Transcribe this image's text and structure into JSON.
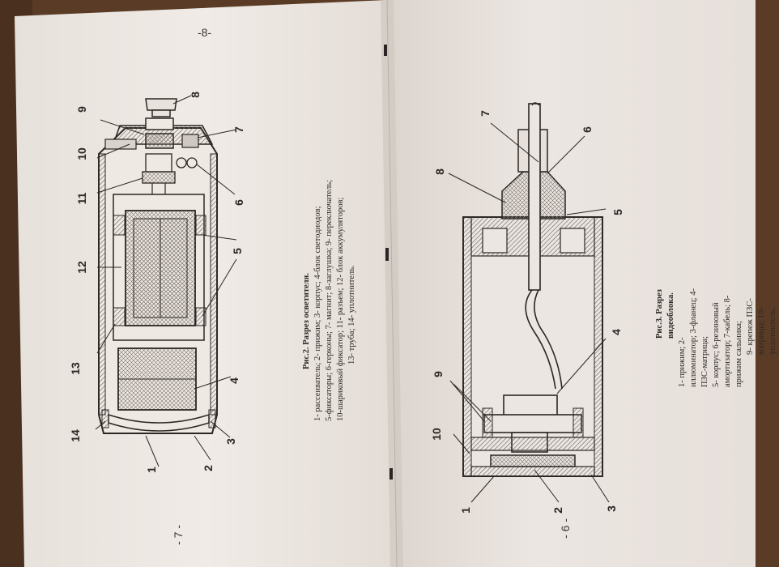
{
  "left_page": {
    "page_number_top": "-8-",
    "page_number_bottom": "- 7 -",
    "figure_caption": {
      "title": "Рис.2. Разрез осветителя.",
      "lines": [
        "1-  рассеиватель; 2- прижим; 3- корпус; 4-блок светодиодов;",
        "5-фиксаторы; 6-герконы; 7- магнит; 8-заглушка; 9- переключатель;",
        "10-шариковый фиксатор; 11- разъем; 12- блок аккумуляторов;",
        "13- труба; 14- уплотнитель."
      ]
    },
    "callouts": [
      "1",
      "2",
      "3",
      "4",
      "5",
      "6",
      "7",
      "8",
      "9",
      "10",
      "11",
      "12",
      "13",
      "14"
    ]
  },
  "right_page": {
    "page_number_bottom": "- 6 -",
    "figure_caption": {
      "title": "Рис.3.  Разрез видеоблока.",
      "lines": [
        "1-  прижим; 2-иллюминатор; 3-фланец; 4-ПЗС-матрица;",
        "5- корпус; 6-резиновый амортизатор; 7-кабель; 8- прижим сальника;",
        "9- крепеж ПЗС-матрицы; 10-уплотнитель."
      ]
    },
    "callouts": [
      "1",
      "2",
      "3",
      "4",
      "5",
      "6",
      "7",
      "8",
      "9",
      "10"
    ]
  },
  "colors": {
    "paper": "#efe9e5",
    "paper_shadow": "#d9d2cd",
    "ink": "#2b2723",
    "hatch": "#7a726d",
    "background_wood": "#5a3b26"
  }
}
